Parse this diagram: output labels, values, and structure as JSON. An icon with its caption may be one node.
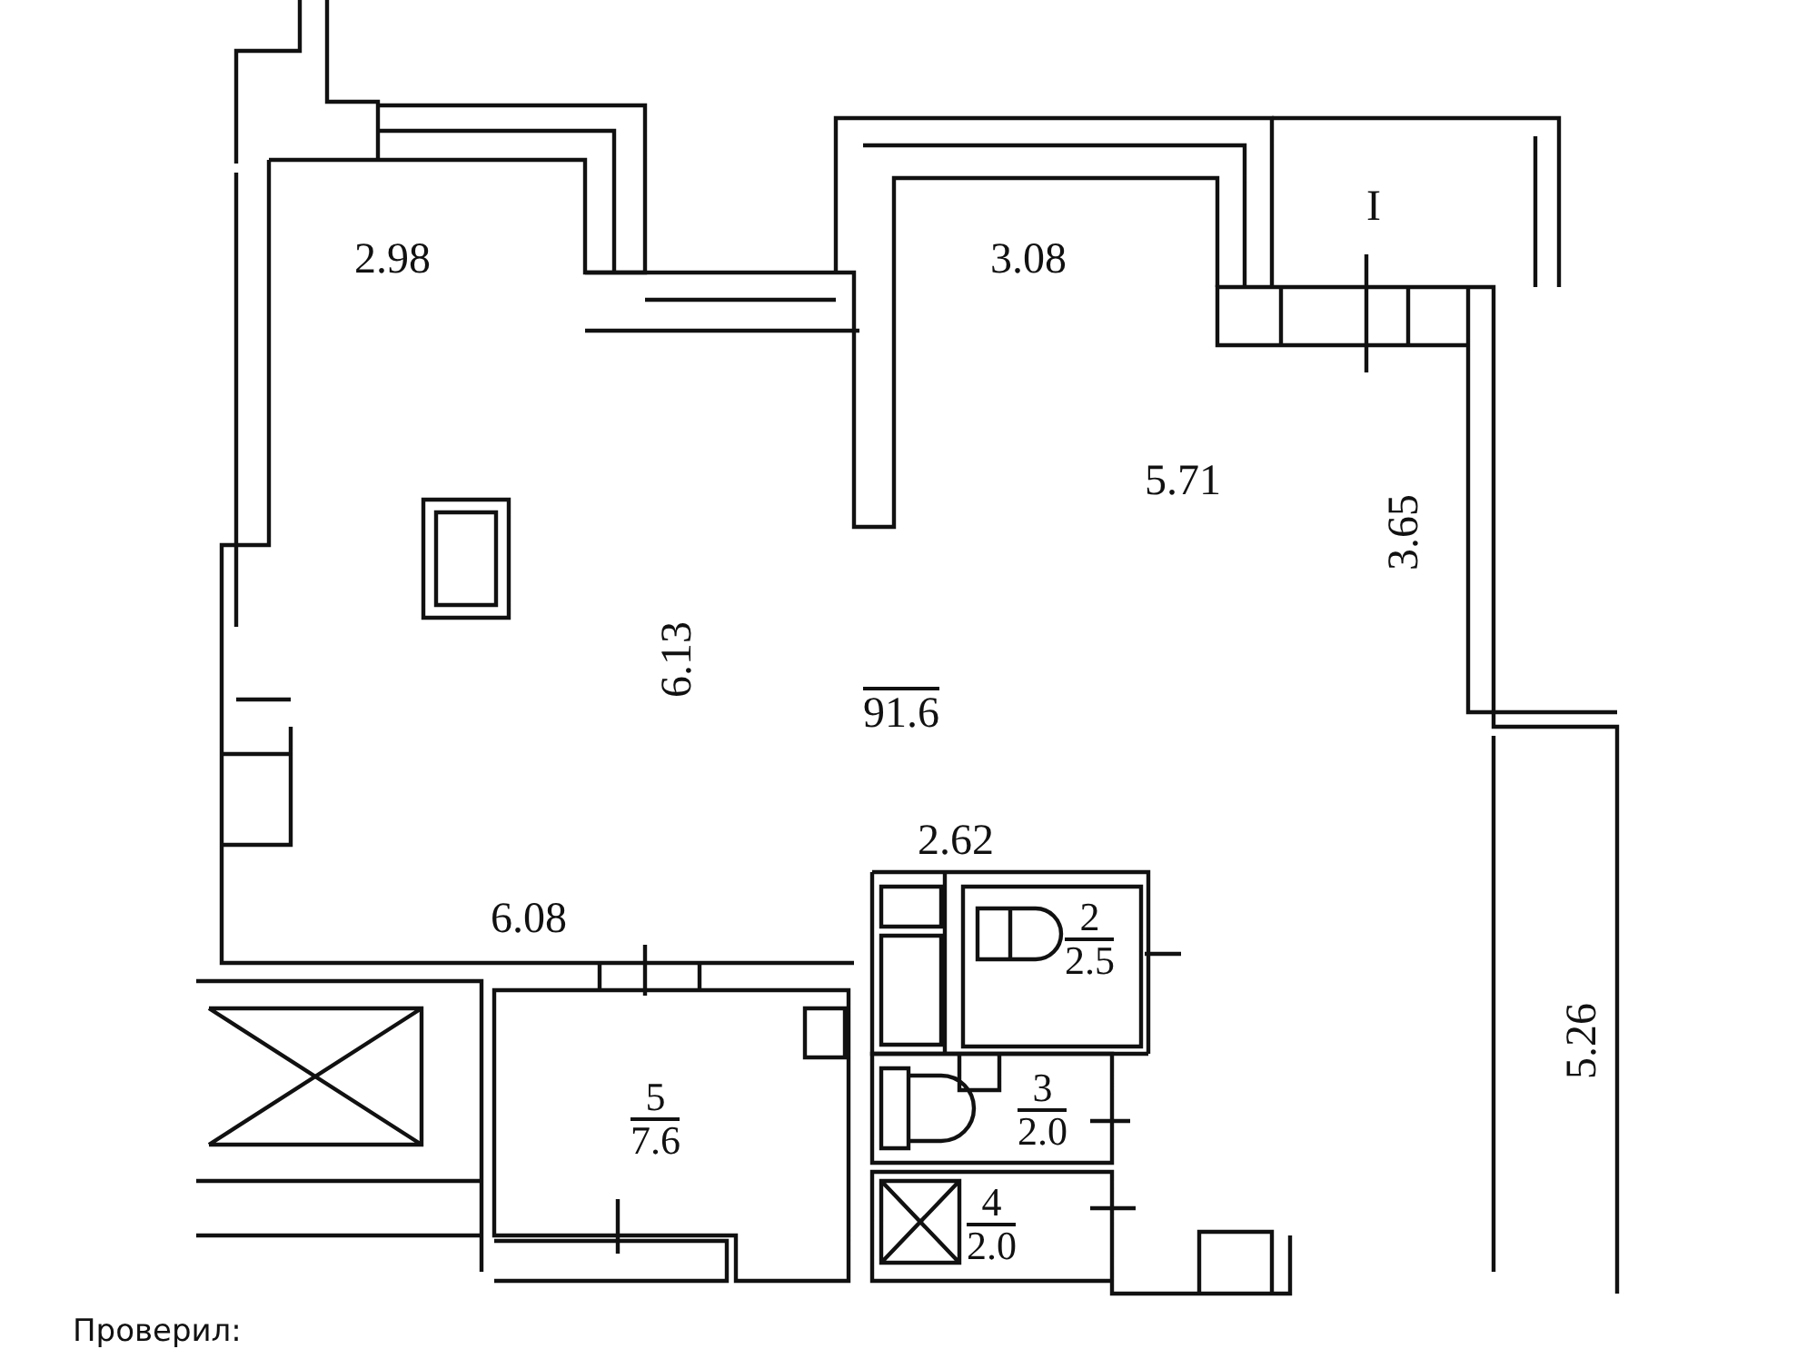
{
  "diagram": {
    "nodes": [
      {
        "text": [
          "91.6"
        ]
      },
      {
        "text": [
          "I"
        ]
      },
      {
        "text": [
          "2",
          "2.5"
        ]
      },
      {
        "text": [
          "3",
          "2.0"
        ]
      },
      {
        "text": [
          "4",
          "2.0"
        ]
      },
      {
        "text": [
          "5",
          "7.6"
        ]
      }
    ],
    "labels": [
      "2.98",
      "3.08",
      "5.71",
      "3.65",
      "6.13",
      "6.08",
      "2.62",
      "5.26",
      "Проверил:"
    ]
  }
}
